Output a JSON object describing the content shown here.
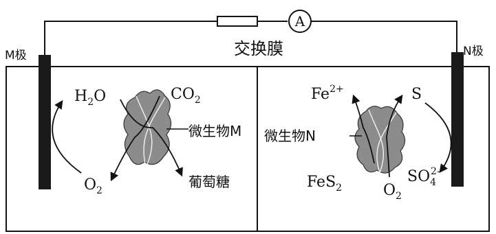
{
  "electrode_m": "M极",
  "electrode_n": "N极",
  "ammeter": "A",
  "membrane": "交换膜",
  "left": {
    "h2o": {
      "main": "H",
      "sub": "2",
      "tail": "O"
    },
    "co2": {
      "main": "CO",
      "sub": "2"
    },
    "o2": {
      "main": "O",
      "sub": "2"
    },
    "glucose": "葡萄糖",
    "microbe": "微生物M"
  },
  "right": {
    "fe": {
      "main": "Fe",
      "sup": "2+"
    },
    "s": "S",
    "microbe": "微生物N",
    "fes2": {
      "main": "FeS",
      "sub": "2"
    },
    "o2": {
      "main": "O",
      "sub": "2"
    },
    "so4": {
      "main": "SO",
      "sub": "4",
      "sup": "2-"
    }
  },
  "colors": {
    "ink": "#111111",
    "microbe_fill": "#8c8c8c",
    "bg": "#ffffff"
  }
}
